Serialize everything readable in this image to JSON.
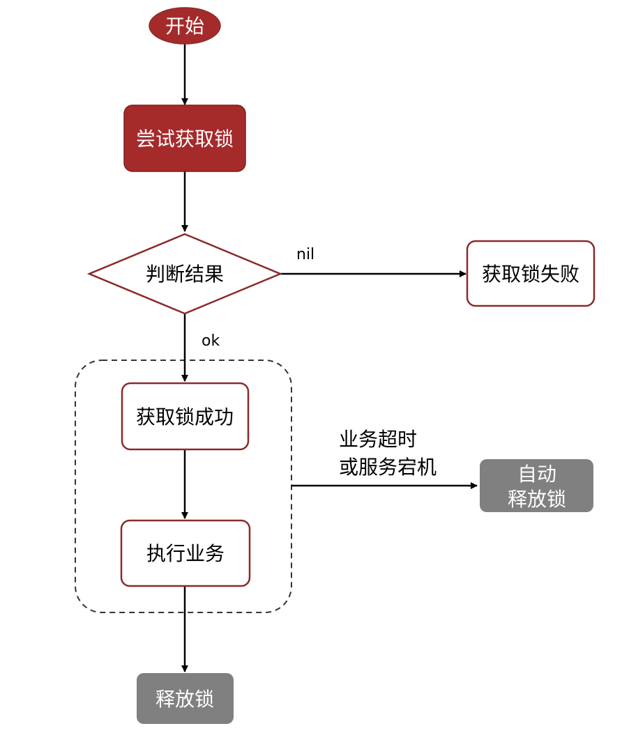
{
  "diagram": {
    "type": "flowchart",
    "nodes": {
      "start": {
        "label": "开始",
        "shape": "ellipse",
        "fill": "#a52a2a",
        "text_color": "#ffffff"
      },
      "try_lock": {
        "label": "尝试获取锁",
        "shape": "rounded-rect",
        "fill": "#a52a2a",
        "text_color": "#ffffff"
      },
      "judge": {
        "label": "判断结果",
        "shape": "diamond",
        "fill": "#ffffff",
        "stroke": "#8b2a2a",
        "text_color": "#000000"
      },
      "lock_fail": {
        "label": "获取锁失败",
        "shape": "rounded-rect",
        "fill": "#ffffff",
        "stroke": "#8b2a2a",
        "text_color": "#000000"
      },
      "lock_success": {
        "label": "获取锁成功",
        "shape": "rounded-rect",
        "fill": "#ffffff",
        "stroke": "#8b2a2a",
        "text_color": "#000000"
      },
      "execute": {
        "label": "执行业务",
        "shape": "rounded-rect",
        "fill": "#ffffff",
        "stroke": "#8b2a2a",
        "text_color": "#000000"
      },
      "auto_release": {
        "label_line1": "自动",
        "label_line2": "释放锁",
        "shape": "rounded-rect",
        "fill": "#808080",
        "text_color": "#ffffff"
      },
      "release": {
        "label": "释放锁",
        "shape": "rounded-rect",
        "fill": "#808080",
        "text_color": "#ffffff"
      }
    },
    "edge_labels": {
      "nil": "nil",
      "ok": "ok",
      "timeout_line1": "业务超时",
      "timeout_line2": "或服务宕机"
    },
    "edges": [
      {
        "from": "start",
        "to": "try_lock"
      },
      {
        "from": "try_lock",
        "to": "judge"
      },
      {
        "from": "judge",
        "to": "lock_fail",
        "label": "nil"
      },
      {
        "from": "judge",
        "to": "lock_success",
        "label": "ok"
      },
      {
        "from": "lock_success",
        "to": "execute"
      },
      {
        "from": "group",
        "to": "auto_release",
        "label": "业务超时 或服务宕机"
      },
      {
        "from": "execute",
        "to": "release"
      }
    ],
    "colors": {
      "dark_red": "#a52a2a",
      "border_red": "#8b2a2a",
      "gray": "#808080",
      "line": "#000000",
      "dashed": "#333333"
    }
  }
}
